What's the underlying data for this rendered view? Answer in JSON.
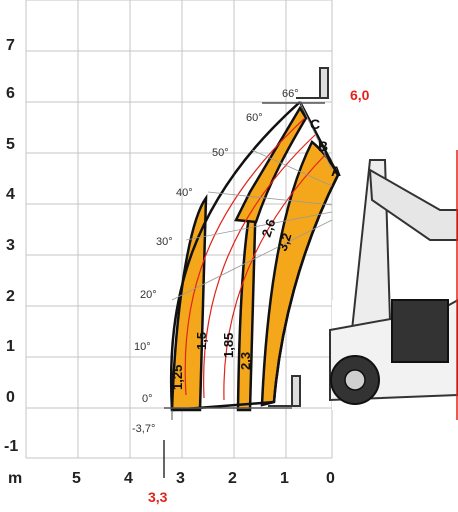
{
  "y_axis_labels": [
    "7",
    "6",
    "5",
    "4",
    "3",
    "2",
    "1",
    "0",
    "-1"
  ],
  "x_axis_labels": [
    "m",
    "5",
    "4",
    "3",
    "2",
    "1",
    "0"
  ],
  "angle_labels": [
    "66°",
    "60°",
    "50°",
    "40°",
    "30°",
    "20°",
    "10°",
    "0°",
    "-3,7°"
  ],
  "capacity_labels": [
    "1,25",
    "1,5",
    "1,85",
    "2,3",
    "2,6",
    "3,2"
  ],
  "boom_labels": [
    "A",
    "B",
    "C"
  ],
  "max_height_label": "6,0",
  "max_reach_label": "3,3",
  "colors": {
    "zone_fill": "#f5a71c",
    "arc_red": "#e2231a",
    "grid": "#bdbdbd",
    "outline": "#111111",
    "accent_text": "#e2231a"
  }
}
